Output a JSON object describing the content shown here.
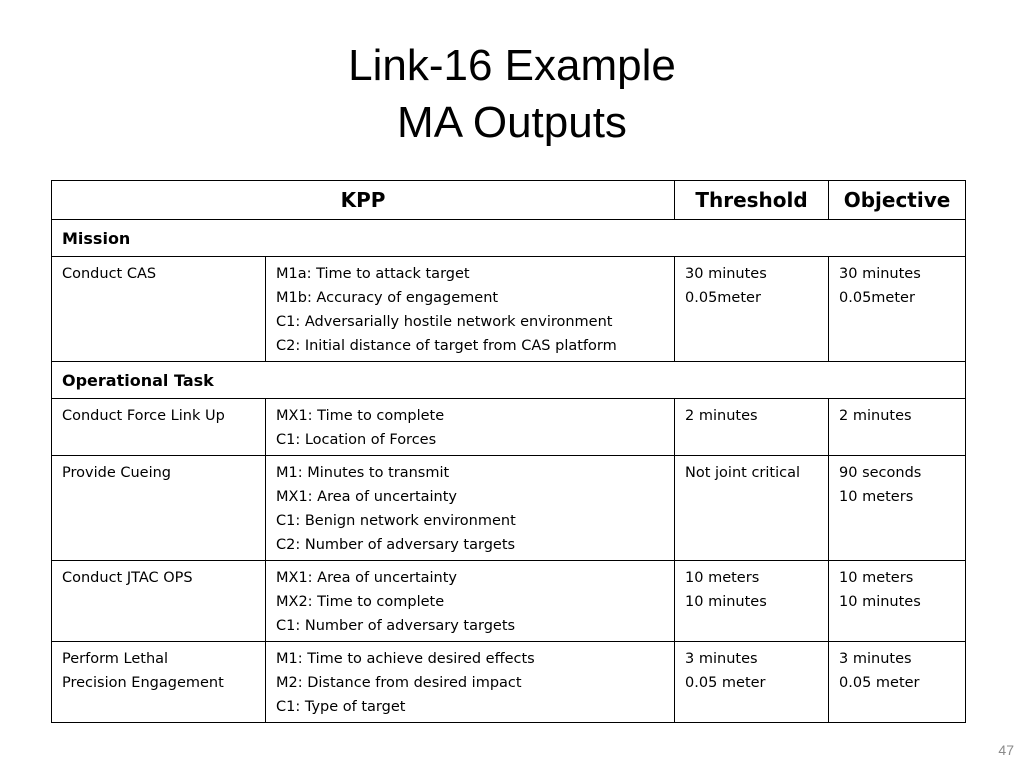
{
  "slide": {
    "title_line1": "Link-16 Example",
    "title_line2": "MA Outputs",
    "page_number": "47"
  },
  "table": {
    "headers": {
      "kpp": "KPP",
      "threshold": "Threshold",
      "objective": "Objective"
    },
    "sections": [
      {
        "label": "Mission",
        "rows": [
          {
            "name": [
              "Conduct CAS"
            ],
            "measures": [
              "M1a: Time to attack target",
              "M1b: Accuracy of engagement",
              "C1: Adversarially hostile network environment",
              "C2: Initial distance of target from CAS platform"
            ],
            "threshold": [
              "30 minutes",
              "0.05meter"
            ],
            "objective": [
              "30 minutes",
              "0.05meter"
            ]
          }
        ]
      },
      {
        "label": "Operational Task",
        "rows": [
          {
            "name": [
              "Conduct Force Link Up"
            ],
            "measures": [
              "MX1: Time to complete",
              "C1: Location of Forces"
            ],
            "threshold": [
              "2 minutes"
            ],
            "objective": [
              "2 minutes"
            ]
          },
          {
            "name": [
              "Provide Cueing"
            ],
            "measures": [
              "M1: Minutes to transmit",
              "MX1: Area of uncertainty",
              "C1: Benign network environment",
              "C2: Number of adversary targets"
            ],
            "threshold": [
              "Not joint critical"
            ],
            "objective": [
              "90 seconds",
              "10 meters"
            ]
          },
          {
            "name": [
              "Conduct JTAC OPS"
            ],
            "measures": [
              "MX1: Area of uncertainty",
              "MX2: Time to complete",
              "C1: Number of adversary targets"
            ],
            "threshold": [
              "10 meters",
              "10 minutes"
            ],
            "objective": [
              "10 meters",
              "10 minutes"
            ]
          },
          {
            "name": [
              "Perform Lethal",
              "Precision Engagement"
            ],
            "measures": [
              "M1: Time to achieve desired effects",
              "M2: Distance from desired impact",
              "C1: Type of target"
            ],
            "threshold": [
              "3 minutes",
              "0.05 meter"
            ],
            "objective": [
              "3 minutes",
              "0.05 meter"
            ]
          }
        ]
      }
    ]
  }
}
